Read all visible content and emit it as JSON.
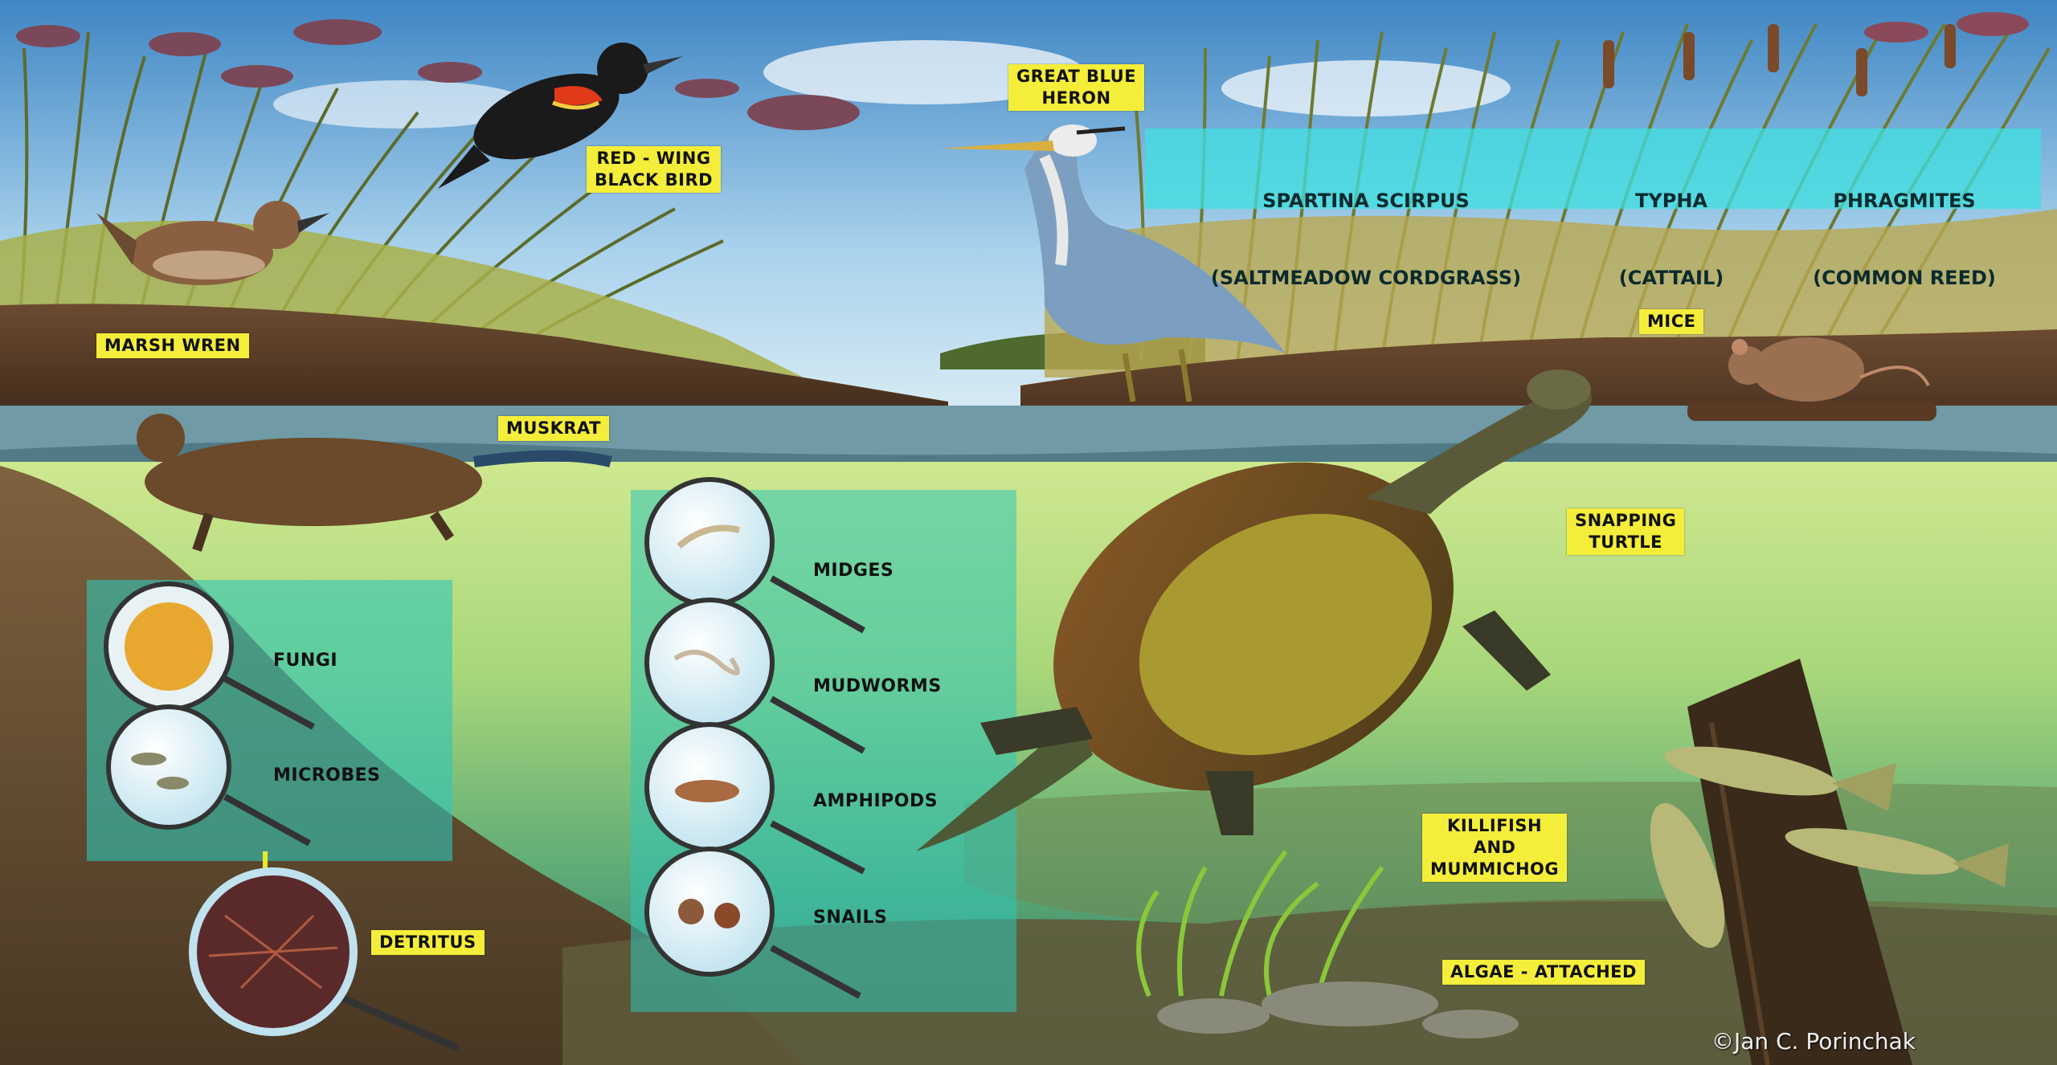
{
  "labels": {
    "red_wing": "RED - WING\nBLACK BIRD",
    "great_blue_heron": "GREAT BLUE\nHERON",
    "marsh_wren": "MARSH WREN",
    "muskrat": "MUSKRAT",
    "mice": "MICE",
    "snapping_turtle": "SNAPPING\nTURTLE",
    "killifish": "KILLIFISH\nAND\nMUMMICHOG",
    "algae": "ALGAE - ATTACHED",
    "detritus": "DETRITUS"
  },
  "plants": [
    {
      "name": "SPARTINA SCIRPUS",
      "common": "(SALTMEADOW CORDGRASS)"
    },
    {
      "name": "TYPHA",
      "common": "(CATTAIL)"
    },
    {
      "name": "PHRAGMITES",
      "common": "(COMMON REED)"
    }
  ],
  "decomposers": [
    "FUNGI",
    "MICROBES"
  ],
  "invertebrates": [
    "MIDGES",
    "MUDWORMS",
    "AMPHIPODS",
    "SNAILS"
  ],
  "credit": "©Jan C. Porinchak",
  "colors": {
    "label_bg": "#f4ee3a",
    "plant_panel": "#3fe0e0",
    "water_upper": "#b9e08a",
    "water_lower": "#2f8f7a",
    "panel_teal": "#2fc7b8"
  }
}
